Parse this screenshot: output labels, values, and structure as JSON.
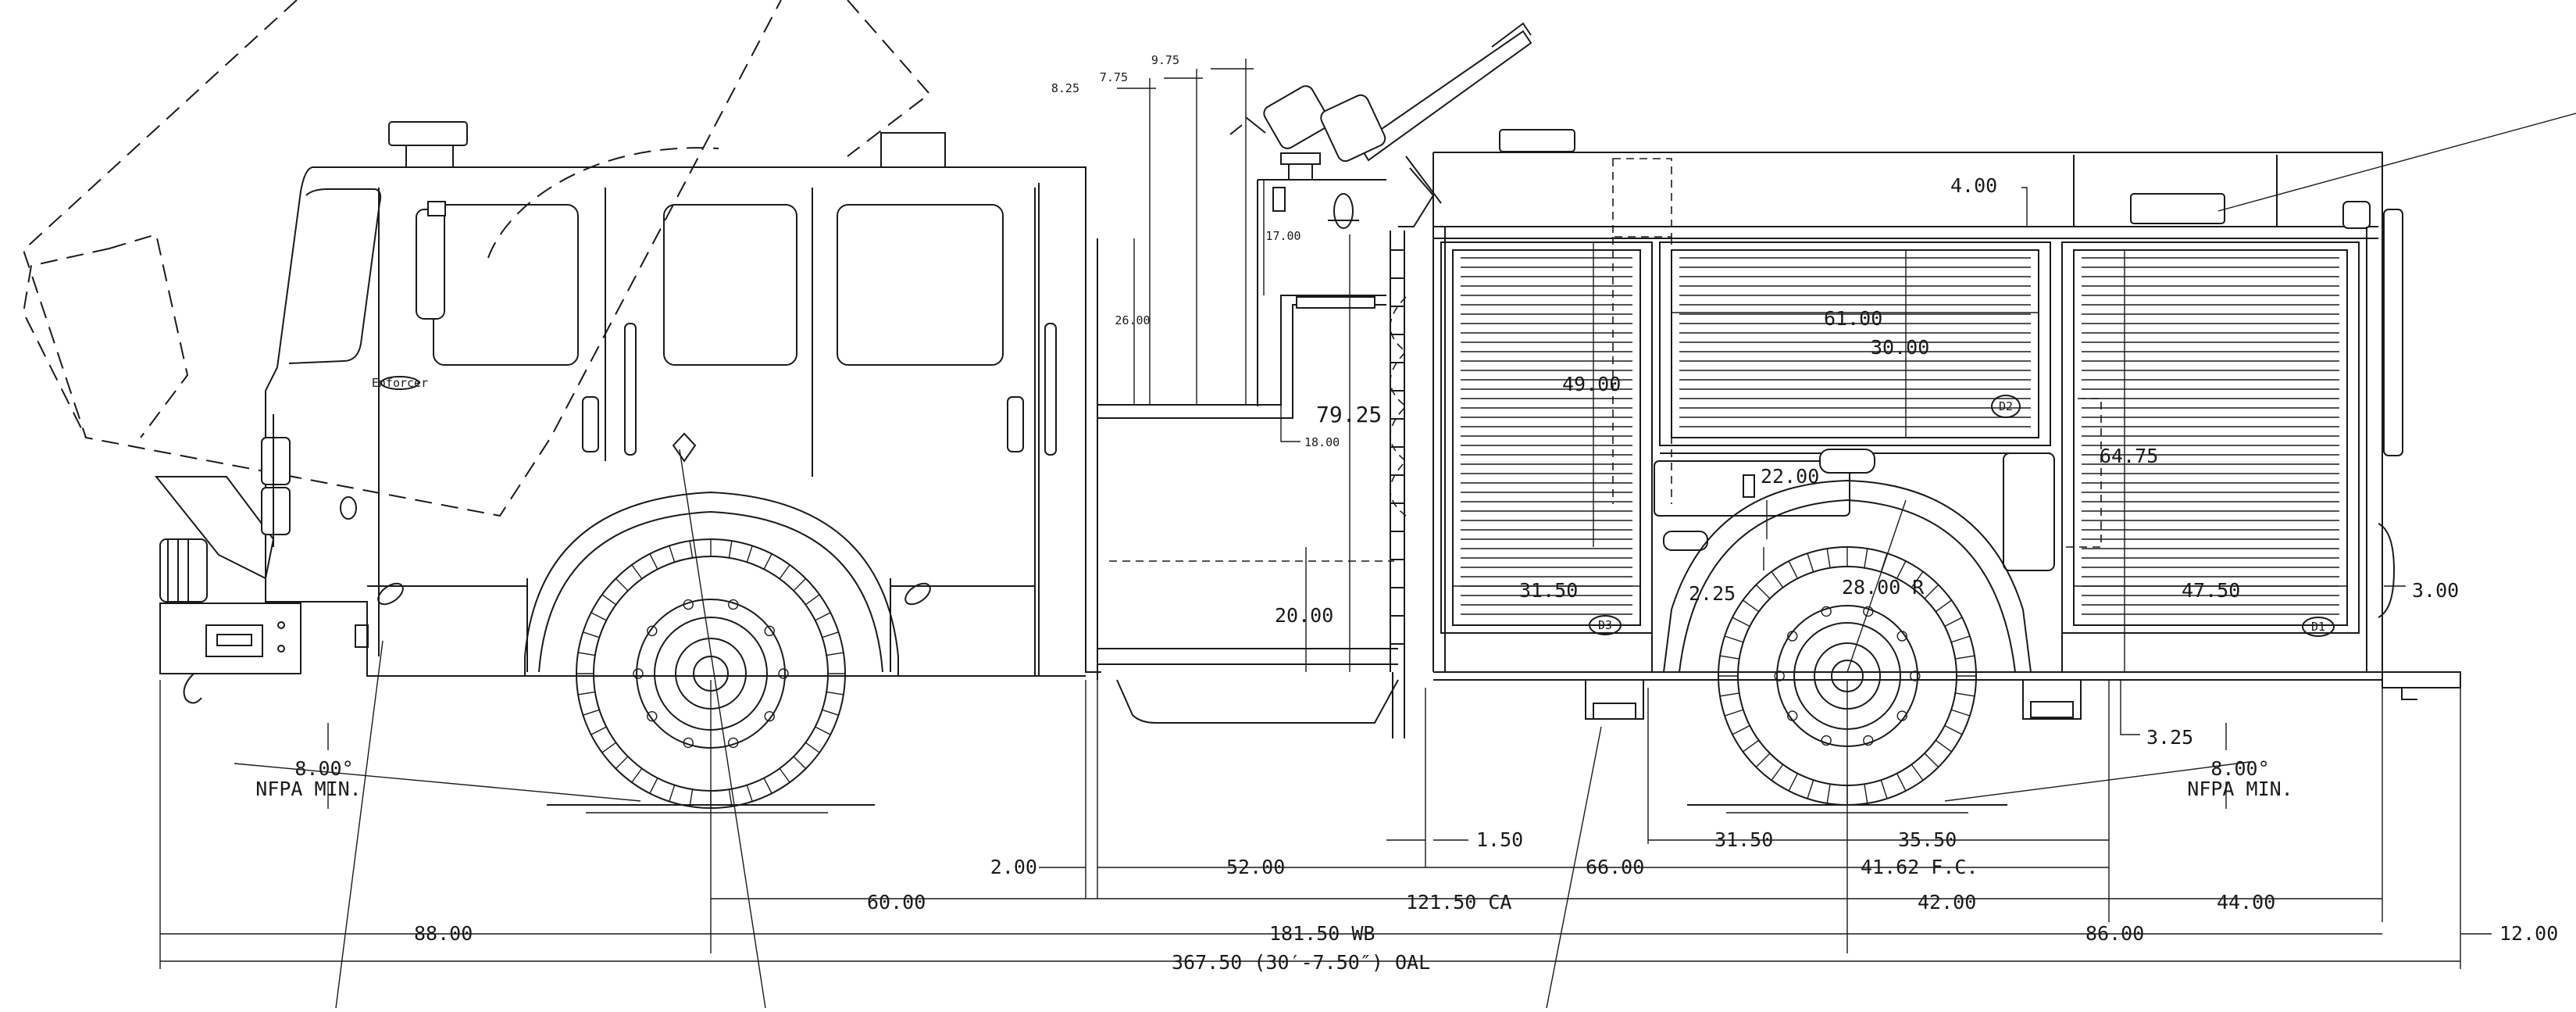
{
  "dimensions": {
    "top": [
      "8.25",
      "7.75",
      "9.75"
    ],
    "cab_height": "26.00",
    "step_17": "17.00",
    "step_18": "18.00",
    "height_79": "79.25",
    "bumper_20": "20.00",
    "comp_49": "49.00",
    "width_61": "61.00",
    "height_30": "30.00",
    "top_4": "4.00",
    "height_64": "64.75",
    "height_22": "22.00",
    "height_2_25": "2.25",
    "wheel_radius": "28.00 R",
    "width_31_50_left": "31.50",
    "width_47_50": "47.50",
    "rear_3": "3.00",
    "rear_3_25": "3.25",
    "angle_left": "8.00°",
    "angle_left_note": "NFPA MIN.",
    "angle_right": "8.00°",
    "angle_right_note": "NFPA MIN.",
    "gap_1_50": "1.50",
    "rear_31_50": "31.50",
    "rear_35_50": "35.50",
    "gap_2": "2.00",
    "body_52": "52.00",
    "body_66": "66.00",
    "fc": "41.62 F.C.",
    "front_60": "60.00",
    "ca": "121.50 CA",
    "rear_42": "42.00",
    "rear_44": "44.00",
    "front_88": "88.00",
    "wb": "181.50 WB",
    "rear_86": "86.00",
    "tail_12": "12.00",
    "oal": "367.50 (30′-7.50″) OAL"
  },
  "labels": {
    "d1": "D1",
    "d2": "D2",
    "d3": "D3",
    "badge": "Enforcer"
  }
}
